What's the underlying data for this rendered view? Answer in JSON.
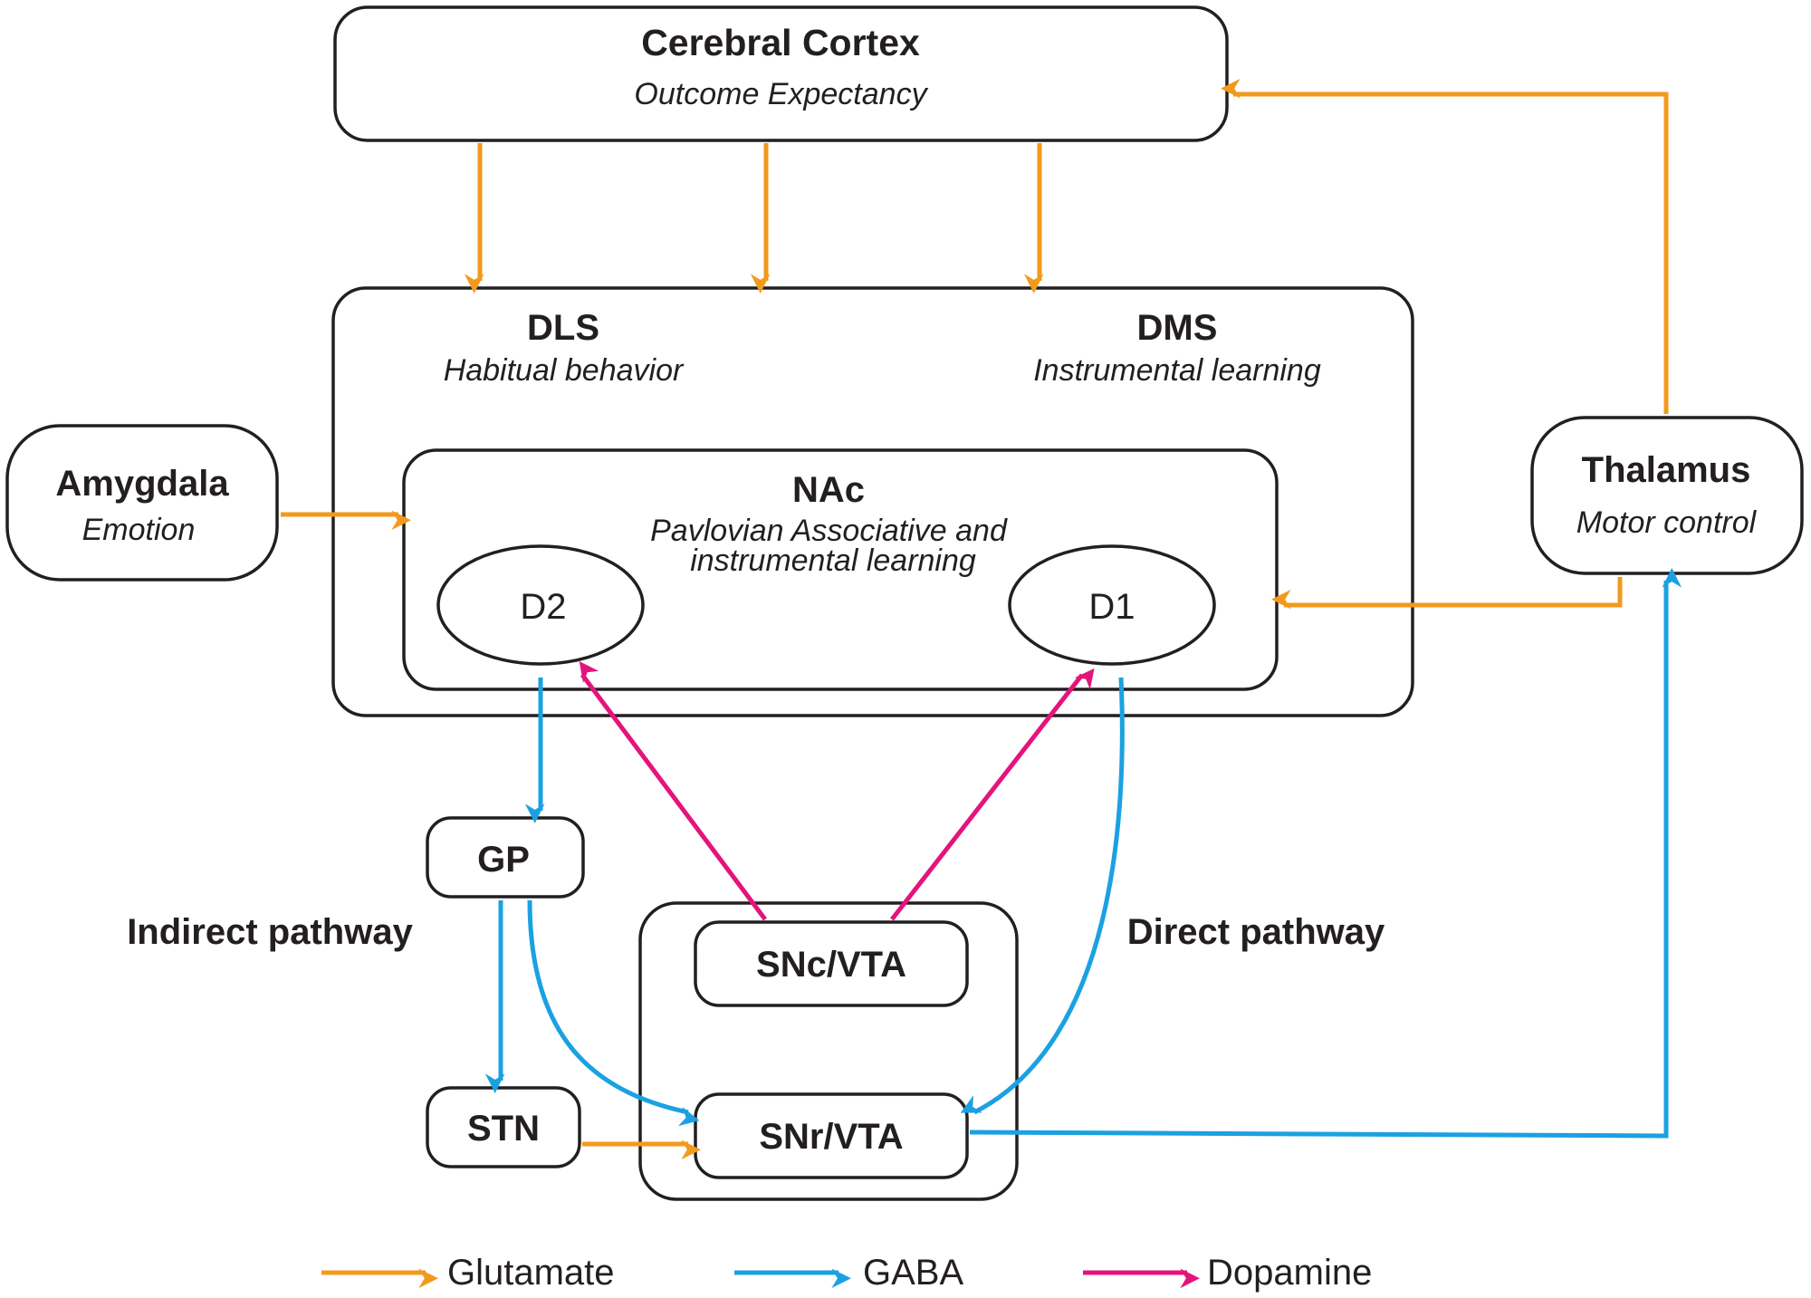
{
  "colors": {
    "glutamate": "#f29a1c",
    "gaba": "#1ba1e2",
    "dopamine": "#e4147d",
    "outline": "#231f20"
  },
  "cortex": {
    "title": "Cerebral Cortex",
    "subtitle": "Outcome Expectancy"
  },
  "striatum": {
    "dls": {
      "title": "DLS",
      "subtitle": "Habitual behavior"
    },
    "dms": {
      "title": "DMS",
      "subtitle": "Instrumental learning"
    }
  },
  "nac": {
    "title": "NAc",
    "subtitle_line1": "Pavlovian Associative and",
    "subtitle_line2": "instrumental learning",
    "d2": "D2",
    "d1": "D1"
  },
  "amygdala": {
    "title": "Amygdala",
    "subtitle": "Emotion"
  },
  "thalamus": {
    "title": "Thalamus",
    "subtitle": "Motor control"
  },
  "gp": "GP",
  "stn": "STN",
  "snc": "SNc/VTA",
  "snr": "SNr/VTA",
  "indirect_label": "Indirect pathway",
  "direct_label": "Direct pathway",
  "legend": {
    "glutamate": "Glutamate",
    "gaba": "GABA",
    "dopamine": "Dopamine"
  }
}
